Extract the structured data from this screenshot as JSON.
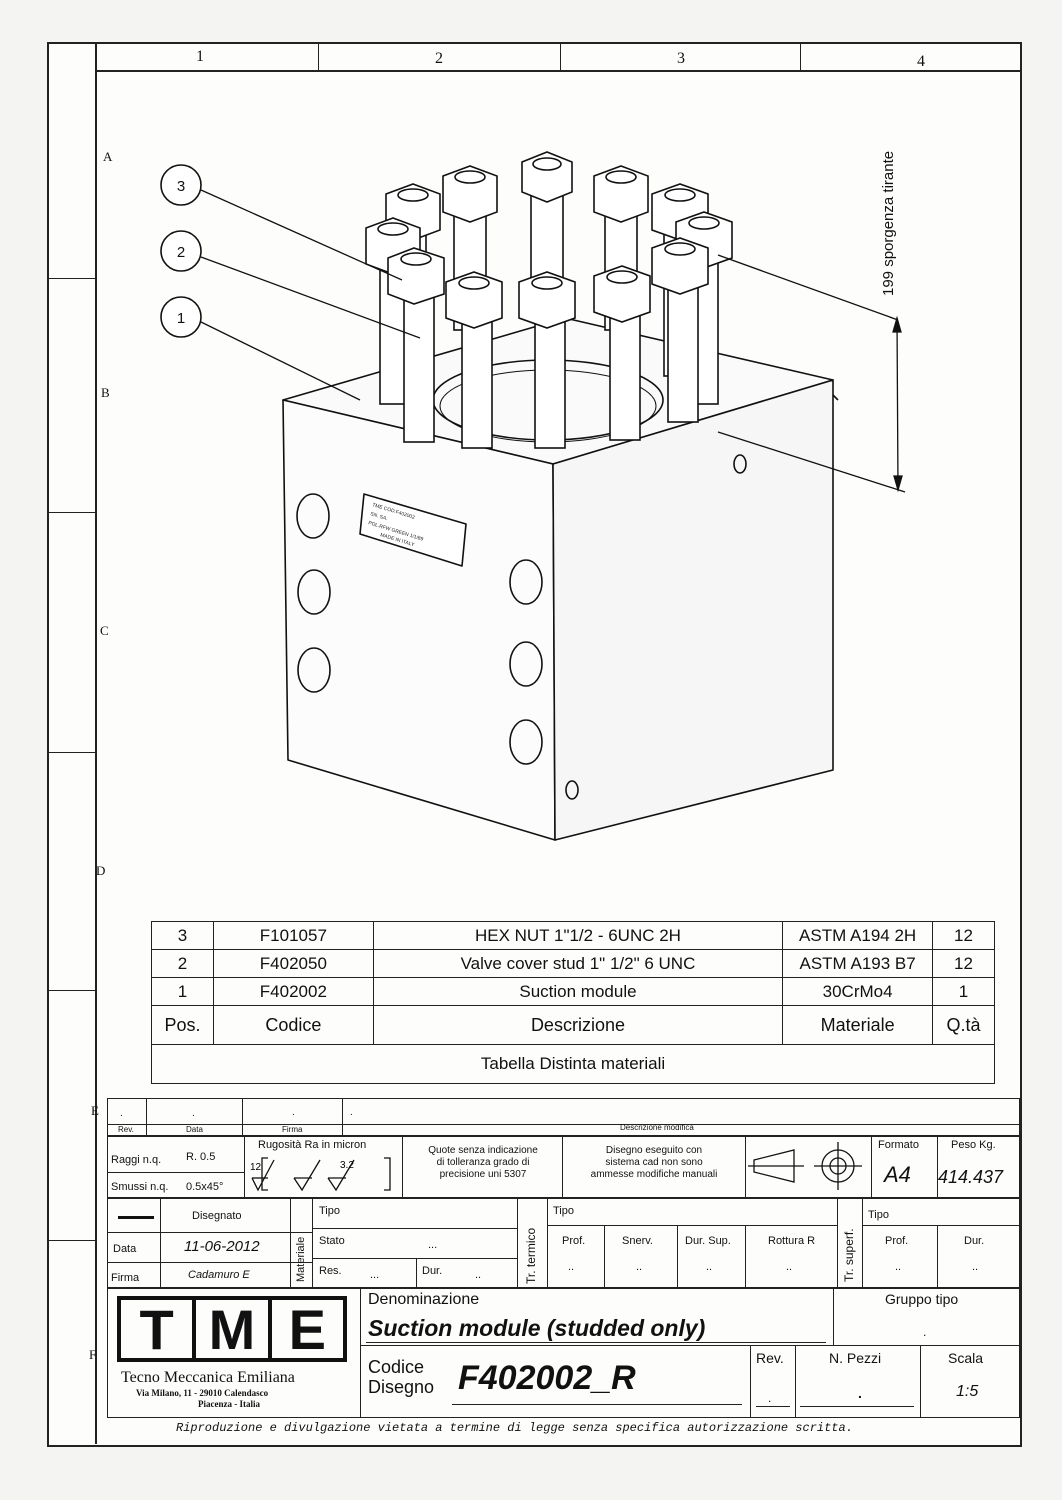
{
  "grid": {
    "columns": [
      "1",
      "2",
      "3",
      "4"
    ],
    "rows": [
      "A",
      "B",
      "C",
      "D",
      "E",
      "F"
    ]
  },
  "drawing": {
    "dimension_label": "199 sporgenza tirante",
    "callouts": [
      "3",
      "2",
      "1"
    ],
    "plate_lines": [
      "TME COD.F402002",
      "SN.            SA.",
      "POL.RFW    GREEN 1/1/89",
      "MADE IN ITALY"
    ]
  },
  "bom": {
    "rows": [
      {
        "pos": "3",
        "code": "F101057",
        "desc": "HEX NUT 1\"1/2 - 6UNC 2H",
        "material": "ASTM A194 2H",
        "qty": "12"
      },
      {
        "pos": "2",
        "code": "F402050",
        "desc": "Valve cover stud 1\" 1/2\" 6 UNC",
        "material": "ASTM A193 B7",
        "qty": "12"
      },
      {
        "pos": "1",
        "code": "F402002",
        "desc": "Suction module",
        "material": "30CrMo4",
        "qty": "1"
      }
    ],
    "header": {
      "pos": "Pos.",
      "code": "Codice",
      "desc": "Descrizione",
      "material": "Materiale",
      "qty": "Q.tà"
    },
    "caption": "Tabella Distinta materiali"
  },
  "revision": {
    "rev_label": "Rev.",
    "data_label": "Data",
    "firma_label": "Firma",
    "descr_label": "Descrizione modifica",
    "rev_value": ".",
    "data_value": ".",
    "firma_value": ".",
    "descr_value": "."
  },
  "tolerances": {
    "raggi_label": "Raggi n.q.",
    "raggi_value": "R. 0.5",
    "smussi_label": "Smussi n.q.",
    "smussi_value": "0.5x45°",
    "rugosita_label": "Rugosità Ra in micron",
    "rug1": "12",
    "rug2": "3.2",
    "quote_note": [
      "Quote senza indicazione",
      "di tolleranza grado di",
      "precisione uni 5307"
    ],
    "cad_note": [
      "Disegno eseguito con",
      "sistema cad non sono",
      "ammesse modifiche manuali"
    ],
    "formato_label": "Formato",
    "formato_value": "A4",
    "peso_label": "Peso Kg.",
    "peso_value": "414.437"
  },
  "details": {
    "disegnato_label": "Disegnato",
    "data_label": "Data",
    "data_value": "11-06-2012",
    "firma_label": "Firma",
    "firma_value": "Cadamuro E",
    "materiale_label": "Materiale",
    "tipo_label": "Tipo",
    "stato_label": "Stato",
    "stato_value": "...",
    "res_label": "Res.",
    "res_value": "...",
    "dur_label": "Dur.",
    "dur_value": "..",
    "trtermico_label": "Tr. termico",
    "tipo2_label": "Tipo",
    "prof_label": "Prof.",
    "snerv_label": "Snerv.",
    "dursup_label": "Dur. Sup.",
    "rottura_label": "Rottura R",
    "trsuperf_label": "Tr. superf.",
    "tipo3_label": "Tipo",
    "prof2_label": "Prof.",
    "dur2_label": "Dur.",
    "dots": ".."
  },
  "company": {
    "logo_letters": [
      "T",
      "M",
      "E"
    ],
    "name": "Tecno Meccanica Emiliana",
    "address": "Via Milano, 11 - 29010 Calendasco",
    "city": "Piacenza - Italia"
  },
  "title_block": {
    "denominazione_label": "Denominazione",
    "denominazione_value": "Suction module (studded only)",
    "gruppo_label": "Gruppo tipo",
    "gruppo_value": ".",
    "codice_label1": "Codice",
    "codice_label2": "Disegno",
    "codice_value": "F402002_R",
    "rev_label": "Rev.",
    "rev_value": ".",
    "npezzi_label": "N. Pezzi",
    "npezzi_value": ".",
    "scala_label": "Scala",
    "scala_value": "1:5"
  },
  "footer_note": "Riproduzione e divulgazione vietata a termine di legge senza specifica autorizzazione scritta."
}
